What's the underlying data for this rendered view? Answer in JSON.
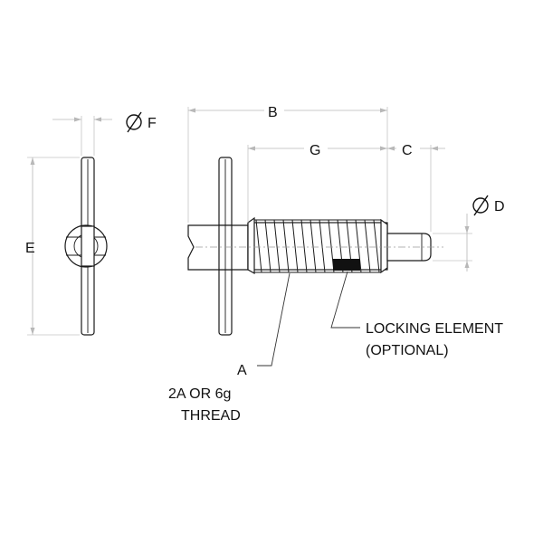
{
  "labels": {
    "dim_f": "F",
    "dim_e": "E",
    "dim_b": "B",
    "dim_g": "G",
    "dim_c": "C",
    "dim_d": "D",
    "dim_a": "A",
    "thread_line1": "2A OR 6g",
    "thread_line2": "THREAD",
    "locking_line1": "LOCKING ELEMENT",
    "locking_line2": "(OPTIONAL)"
  },
  "colors": {
    "ink": "#1a1a1a",
    "dimension": "#b8b8b8",
    "locking_element": "#111111"
  }
}
